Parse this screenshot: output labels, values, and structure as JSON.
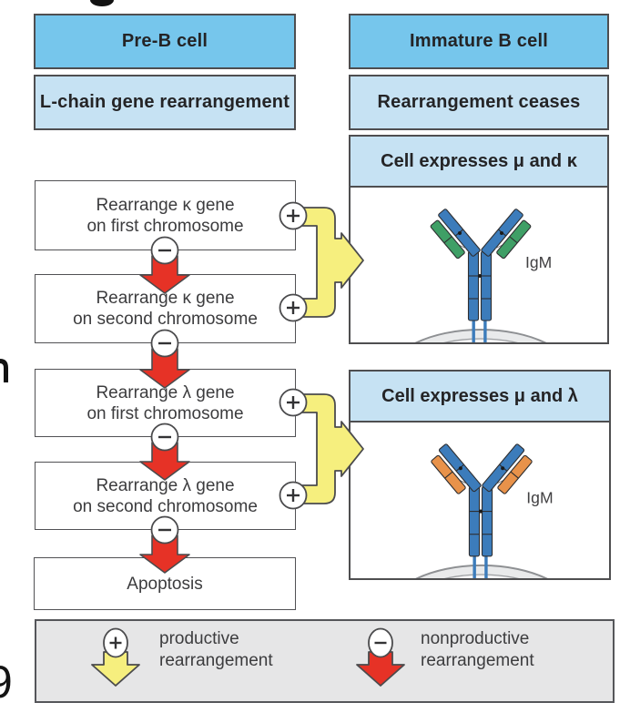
{
  "figure": {
    "left_column": {
      "stage_header": "Pre-B cell",
      "process_header": "L-chain gene rearrangement",
      "steps": [
        {
          "line1": "Rearrange κ gene",
          "line2": "on first chromosome"
        },
        {
          "line1": "Rearrange κ gene",
          "line2": "on second chromosome"
        },
        {
          "line1": "Rearrange λ gene",
          "line2": "on first chromosome"
        },
        {
          "line1": "Rearrange λ gene",
          "line2": "on second chromosome"
        }
      ],
      "terminal_box": "Apoptosis"
    },
    "right_column": {
      "stage_header": "Immature B cell",
      "process_header": "Rearrangement ceases",
      "outcomes": [
        {
          "header": "Cell expresses μ and κ",
          "antibody_label": "IgM",
          "light_chain_color": "#3F9F66"
        },
        {
          "header": "Cell expresses μ and λ",
          "antibody_label": "IgM",
          "light_chain_color": "#E8924A"
        }
      ]
    },
    "legend": {
      "items": [
        {
          "symbol": "plus",
          "arrow_color": "#F6EF7E",
          "line1": "productive",
          "line2": "rearrangement"
        },
        {
          "symbol": "minus",
          "arrow_color": "#E63226",
          "line1": "nonproductive",
          "line2": "rearrangement"
        }
      ]
    },
    "margin_fragments": {
      "bottom_left_digit": "9"
    },
    "colors": {
      "stage_header_bg": "#76C6EC",
      "process_header_bg": "#C6E2F3",
      "box_border": "#4E4E50",
      "productive_arrow_yellow": "#F6EF7E",
      "nonproductive_arrow_red": "#E63226",
      "heavy_chain_blue": "#3C7CBB",
      "kappa_light_chain_green": "#3F9F66",
      "lambda_light_chain_orange": "#E8924A",
      "membrane_gray": "#C6C7C9",
      "legend_bg": "#E6E6E7"
    }
  }
}
